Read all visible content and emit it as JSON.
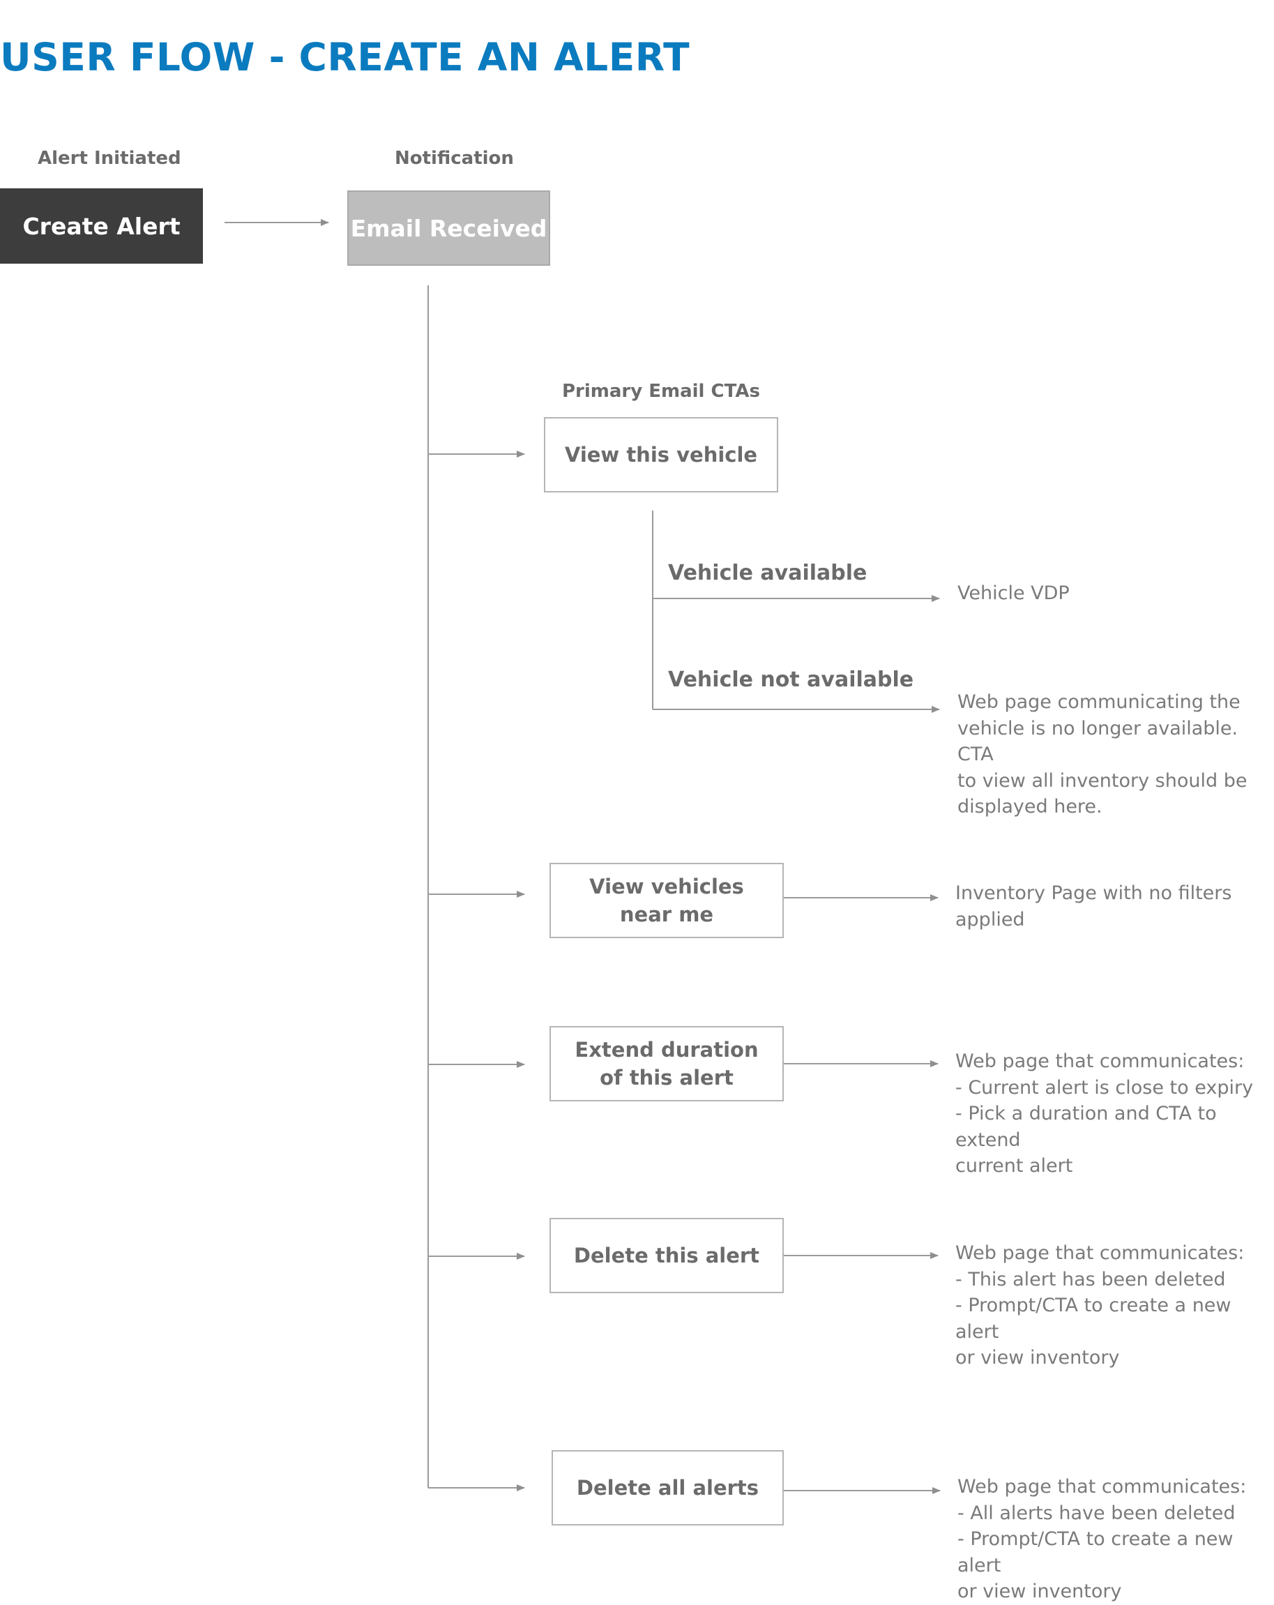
{
  "title": "USER FLOW - CREATE AN ALERT",
  "colors": {
    "title": "#0b7bbf",
    "dark_box": "#3d3d3d",
    "grey_box": "#bdbdbd",
    "text_grey": "#6b6b6b",
    "line_grey": "#9a9a9a"
  },
  "stages": {
    "alert_initiated": {
      "label": "Alert Initiated",
      "box": "Create Alert"
    },
    "notification": {
      "label": "Notification",
      "box": "Email Received"
    }
  },
  "primary_ctas_label": "Primary Email CTAs",
  "ctas": [
    {
      "label": "View this vehicle",
      "branches": [
        {
          "condition": "Vehicle available",
          "result": "Vehicle VDP"
        },
        {
          "condition": "Vehicle not available",
          "result": "Web page communicating the\nvehicle is no longer available. CTA\nto view all inventory should be\ndisplayed here."
        }
      ]
    },
    {
      "label": "View vehicles\nnear me",
      "result": "Inventory Page with no filters\napplied"
    },
    {
      "label": "Extend duration\nof this alert",
      "result": "Web page that communicates:\n- Current alert is close to expiry\n- Pick a duration and CTA to extend\ncurrent alert"
    },
    {
      "label": "Delete this alert",
      "result": "Web page that communicates:\n- This alert has been deleted\n- Prompt/CTA to create a new alert\nor view inventory"
    },
    {
      "label": "Delete all alerts",
      "result": "Web page that communicates:\n- All alerts have been deleted\n- Prompt/CTA to create a new alert\nor view inventory"
    }
  ]
}
